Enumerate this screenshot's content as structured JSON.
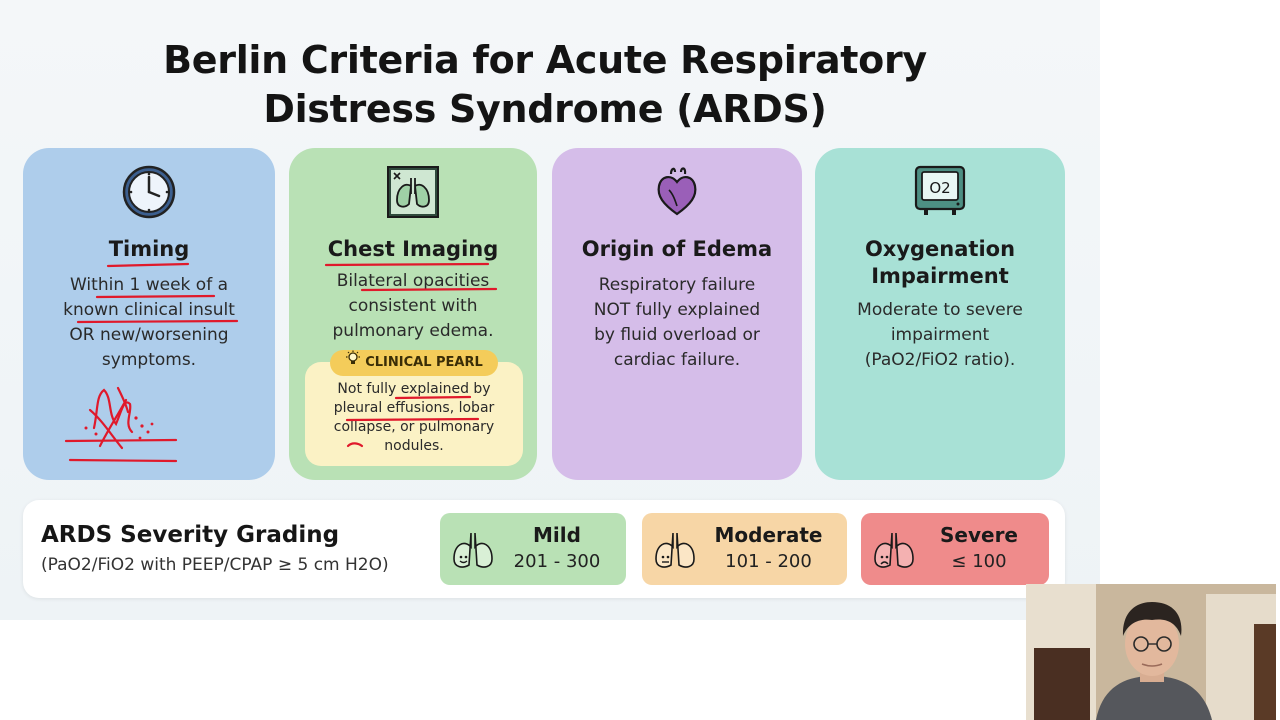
{
  "slide": {
    "title_line1": "Berlin Criteria for Acute Respiratory",
    "title_line2": "Distress Syndrome (ARDS)"
  },
  "cards": {
    "timing": {
      "icon": "clock-icon",
      "title": "Timing",
      "text": [
        "Within 1 week of a",
        "known clinical insult",
        "OR new/worsening",
        "symptoms."
      ]
    },
    "imaging": {
      "icon": "lungs-xray-icon",
      "title": "Chest Imaging",
      "text": [
        "Bilateral opacities",
        "consistent with",
        "pulmonary edema."
      ],
      "pearl": {
        "icon": "lightbulb-icon",
        "label": "CLINICAL PEARL",
        "text": [
          "Not fully explained by",
          "pleural effusions, lobar",
          "collapse, or pulmonary",
          "nodules."
        ]
      }
    },
    "edema": {
      "icon": "heart-icon",
      "title": "Origin of Edema",
      "text": [
        "Respiratory failure",
        "NOT fully explained",
        "by fluid overload or",
        "cardiac failure."
      ]
    },
    "oxygenation": {
      "icon": "o2-monitor-icon",
      "monitor_label": "O2",
      "title_line1": "Oxygenation",
      "title_line2": "Impairment",
      "text": [
        "Moderate to severe",
        "impairment",
        "(PaO2/FiO2 ratio)."
      ]
    }
  },
  "severity": {
    "title": "ARDS Severity Grading",
    "subtitle": "(PaO2/FiO2 with PEEP/CPAP ≥ 5 cm H2O)",
    "grades": [
      {
        "name": "Mild",
        "range": "201 - 300",
        "color": "#b9e1b5",
        "icon": "lungs-smile-icon"
      },
      {
        "name": "Moderate",
        "range": "101 - 200",
        "color": "#f7d6a6",
        "icon": "lungs-neutral-icon"
      },
      {
        "name": "Severe",
        "range": "≤ 100",
        "color": "#ef8b8b",
        "icon": "lungs-sad-icon"
      }
    ]
  },
  "colors": {
    "timing": "#aecdeb",
    "imaging": "#b9e1b5",
    "edema": "#d5bde9",
    "oxygenation": "#a8e1d6",
    "pearl_badge": "#f4cc5a",
    "pearl_box": "#fbf2c5",
    "annotation_ink": "#e0192b"
  }
}
